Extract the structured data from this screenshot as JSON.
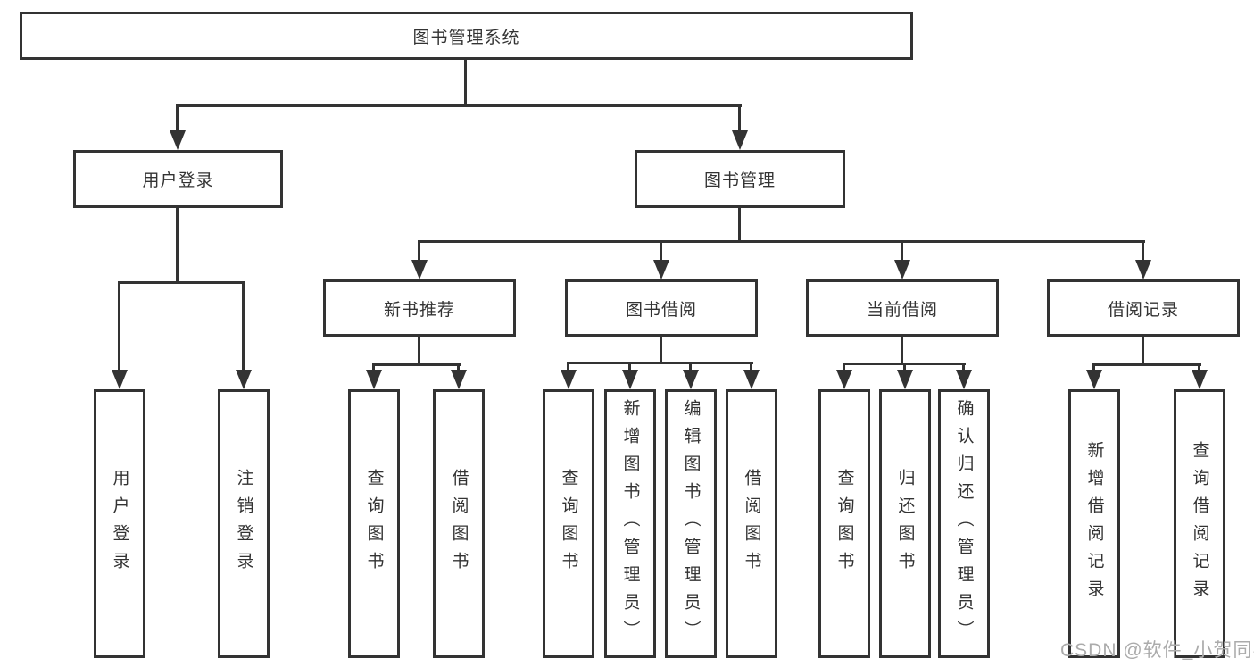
{
  "page": {
    "background": "#ffffff"
  },
  "colors": {
    "line": "#333333",
    "box_border": "#333333",
    "text": "#333333",
    "watermark_text": "#ababab"
  },
  "diagram": {
    "type": "hierarchy-tree",
    "root": {
      "label": "图书管理系统"
    },
    "user_login": {
      "label": "用户登录",
      "children": {
        "login": {
          "label": "用户登录"
        },
        "logout": {
          "label": "注销登录"
        }
      }
    },
    "book_mgmt": {
      "label": "图书管理",
      "new_book": {
        "label": "新书推荐",
        "children": {
          "query": {
            "label": "查询图书"
          },
          "borrow": {
            "label": "借阅图书"
          }
        }
      },
      "book_borrow": {
        "label": "图书借阅",
        "children": {
          "query": {
            "label": "查询图书"
          },
          "add": {
            "label": "新增图书（管理员）"
          },
          "edit": {
            "label": "编辑图书（管理员）"
          },
          "borrow": {
            "label": "借阅图书"
          }
        }
      },
      "current_borrow": {
        "label": "当前借阅",
        "children": {
          "query": {
            "label": "查询图书"
          },
          "return": {
            "label": "归还图书"
          },
          "confirm": {
            "label": "确认归还（管理员）"
          }
        }
      },
      "borrow_record": {
        "label": "借阅记录",
        "children": {
          "add": {
            "label": "新增借阅记录"
          },
          "query": {
            "label": "查询借阅记录"
          }
        }
      }
    }
  },
  "watermark": {
    "label": "CSDN @软件_小贺同学"
  }
}
